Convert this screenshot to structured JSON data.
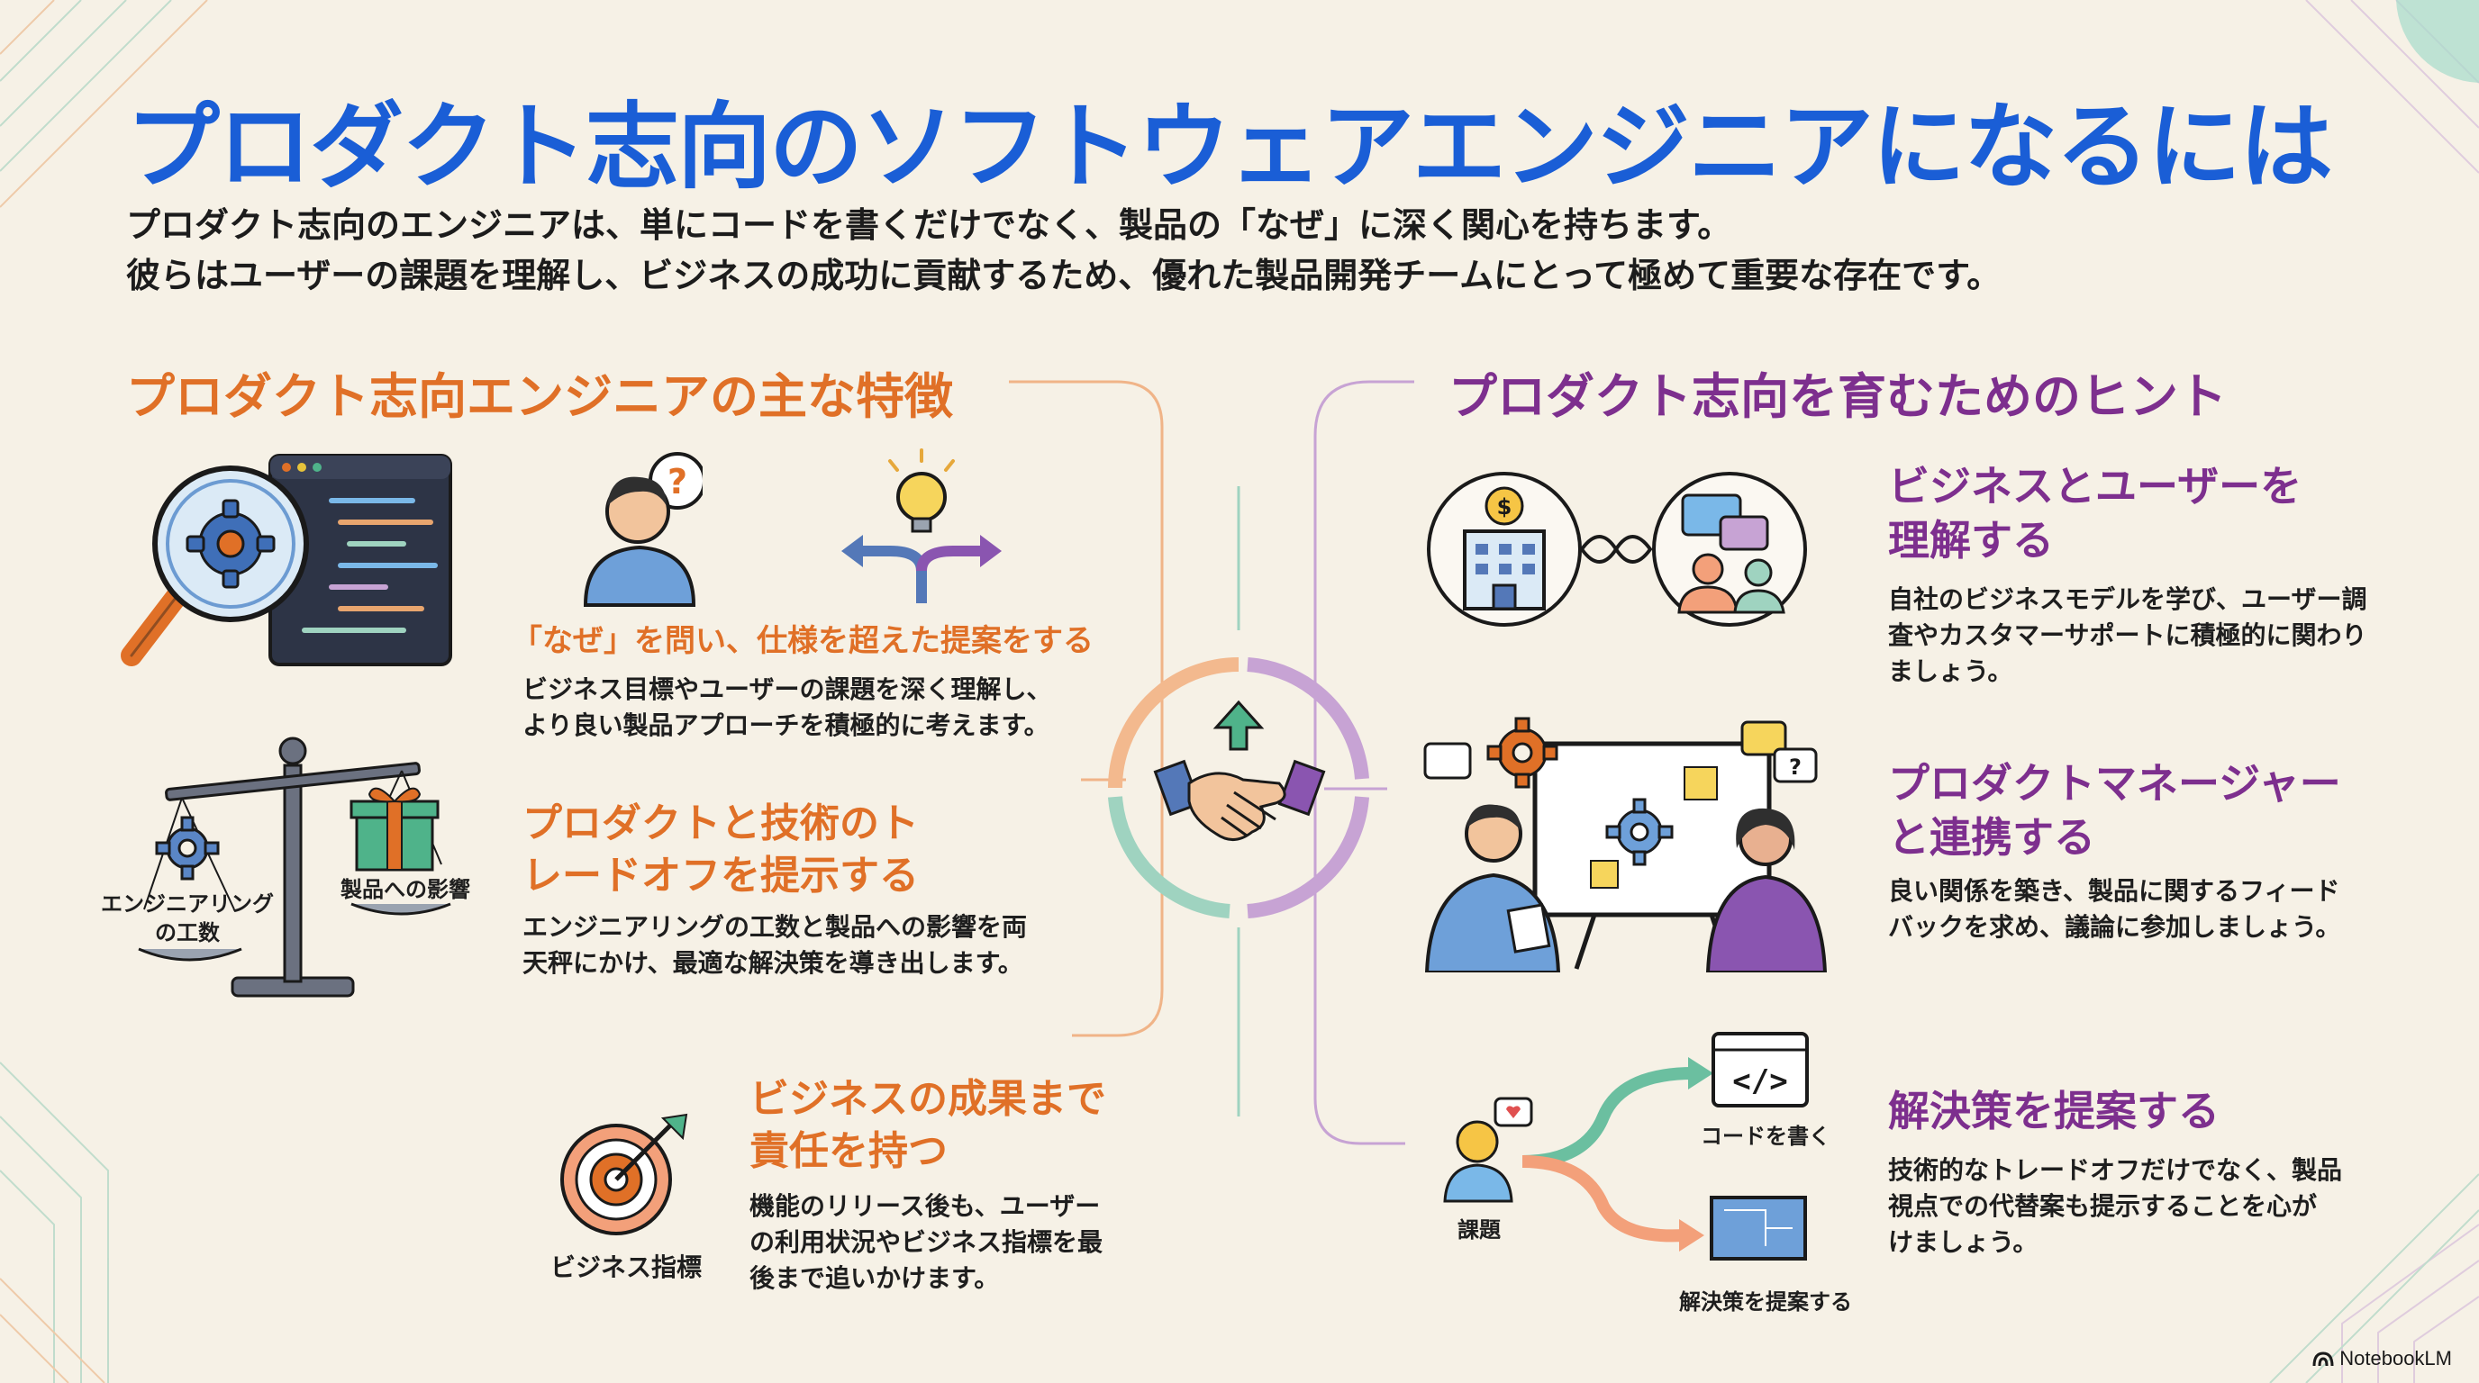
{
  "title": "プロダクト志向のソフトウェアエンジニアになるには",
  "intro": {
    "line1": "プロダクト志向のエンジニアは、単にコードを書くだけでなく、製品の「なぜ」に深く関心を持ちます。",
    "line2": "彼らはユーザーの課題を理解し、ビジネスの成功に貢献するため、優れた製品開発チームにとって極めて重要な存在です。"
  },
  "left": {
    "heading": "プロダクト志向エンジニアの主な特徴",
    "items": [
      {
        "title": "「なぜ」を問い、仕様を超えた提案をする",
        "desc_lines": [
          "ビジネス目標やユーザーの課題を深く理解し、",
          "より良い製品アプローチを積極的に考えます。"
        ]
      },
      {
        "title_lines": [
          "プロダクトと技術のト",
          "レードオフを提示する"
        ],
        "desc_lines": [
          "エンジニアリングの工数と製品への影響を両",
          "天秤にかけ、最適な解決策を導き出します。"
        ],
        "scale_left_label": [
          "エンジニアリング",
          "の工数"
        ],
        "scale_right_label": "製品への影響"
      },
      {
        "title_lines": [
          "ビジネスの成果まで",
          "責任を持つ"
        ],
        "desc_lines": [
          "機能のリリース後も、ユーザー",
          "の利用状況やビジネス指標を最",
          "後まで追いかけます。"
        ],
        "icon_label": "ビジネス指標"
      }
    ]
  },
  "right": {
    "heading": "プロダクト志向を育むためのヒント",
    "items": [
      {
        "title_lines": [
          "ビジネスとユーザーを",
          "理解する"
        ],
        "desc_lines": [
          "自社のビジネスモデルを学び、ユーザー調",
          "査やカスタマーサポートに積極的に関わり",
          "ましょう。"
        ]
      },
      {
        "title_lines": [
          "プロダクトマネージャー",
          "と連携する"
        ],
        "desc_lines": [
          "良い関係を築き、製品に関するフィード",
          "バックを求め、議論に参加しましょう。"
        ]
      },
      {
        "title": "解決策を提案する",
        "desc_lines": [
          "技術的なトレードオフだけでなく、製品",
          "視点での代替案も提示することを心が",
          "けましょう。"
        ],
        "flow_labels": {
          "start": "課題",
          "top": "コードを書く",
          "bottom": "解決策を提案する"
        }
      }
    ]
  },
  "brand": "NotebookLM",
  "colors": {
    "title_blue": "#1a5ed6",
    "left_orange": "#e07027",
    "right_purple": "#7d2f8e",
    "background": "#f6f1e6"
  },
  "icons": [
    "magnifier-gear-icon",
    "code-window-icon",
    "question-person-icon",
    "lightbulb-arrows-icon",
    "balance-scale-icon",
    "gear-icon",
    "gift-icon",
    "target-icon",
    "handshake-icon",
    "building-icon",
    "infinity-icon",
    "chat-people-icon",
    "meeting-board-icon",
    "flow-person-icon",
    "code-icon",
    "blueprint-icon",
    "notebooklm-logo-icon"
  ]
}
